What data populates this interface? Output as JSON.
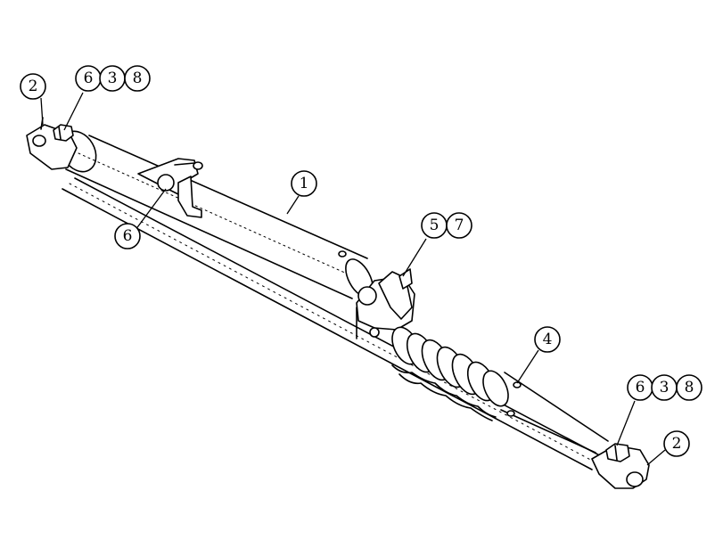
{
  "callouts": {
    "c2_left": "2",
    "c6_top_left": "6",
    "c3_top_left": "3",
    "c8_top_left": "8",
    "c6_mid": "6",
    "c1": "1",
    "c5": "5",
    "c7": "7",
    "c4": "4",
    "c6_right": "6",
    "c3_right": "3",
    "c8_right": "8",
    "c2_right": "2"
  }
}
